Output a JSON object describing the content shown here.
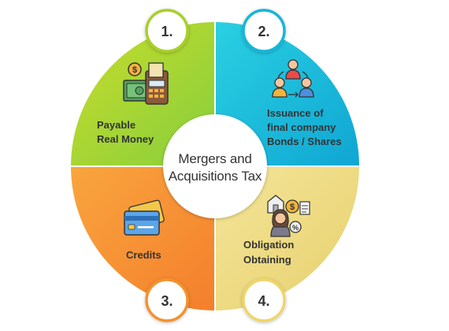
{
  "center": {
    "line1": "Mergers and",
    "line2": "Acquisitions Tax"
  },
  "quadrants": [
    {
      "number": "1.",
      "lines": [
        "Payable",
        "Real Money"
      ],
      "color_start": "#c7dc2a",
      "color_end": "#8fd13a",
      "ring": "#a9cf2c",
      "icon": "cash-register-icon"
    },
    {
      "number": "2.",
      "lines": [
        "Issuance of",
        "final company",
        "Bonds / Shares"
      ],
      "color_start": "#21c9e0",
      "color_end": "#12a9d4",
      "ring": "#16b6d8",
      "icon": "people-exchange-icon"
    },
    {
      "number": "3.",
      "lines": [
        "Credits"
      ],
      "color_start": "#f9a03b",
      "color_end": "#f5852d",
      "ring": "#f4922f",
      "icon": "credit-card-icon"
    },
    {
      "number": "4.",
      "lines": [
        "Obligation",
        "Obtaining"
      ],
      "color_start": "#f1e08c",
      "color_end": "#ead678",
      "ring": "#efd56a",
      "icon": "businesswoman-finance-icon"
    }
  ]
}
